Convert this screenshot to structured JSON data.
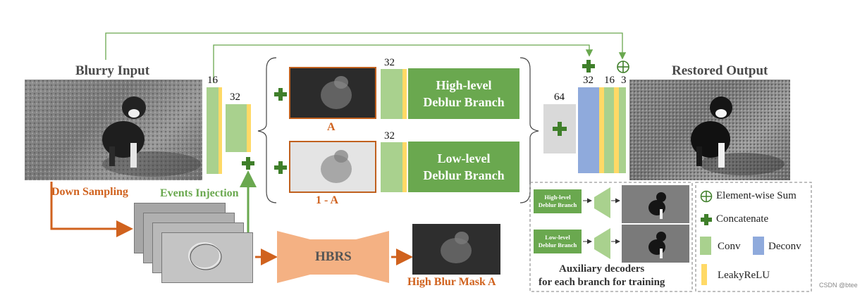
{
  "input": {
    "title": "Blurry Input"
  },
  "output": {
    "title": "Restored Output"
  },
  "encoder": {
    "ch1": "16",
    "ch2": "32"
  },
  "labels": {
    "down_sampling": "Down Sampling",
    "events_injection": "Events Injection",
    "mask_a": "A",
    "mask_one_minus_a": "1 - A",
    "hbrs": "HBRS",
    "high_blur_mask": "High Blur Mask A"
  },
  "branches": {
    "high": {
      "ch": "32",
      "line1": "High-level",
      "line2": "Deblur Branch"
    },
    "low": {
      "ch": "32",
      "line1": "Low-level",
      "line2": "Deblur Branch"
    }
  },
  "fusion": {
    "ch": "64"
  },
  "decoder": {
    "ch1": "32",
    "ch2": "16",
    "ch3": "3"
  },
  "aux": {
    "high_line1": "High-level",
    "high_line2": "Deblur Branch",
    "low_line1": "Low-level",
    "low_line2": "Deblur Branch",
    "caption1": "Auxiliary decoders",
    "caption2": "for each branch for training"
  },
  "legend": {
    "sum": "Element-wise Sum",
    "concat": "Concatenate",
    "conv": "Conv",
    "deconv": "Deconv",
    "relu": "LeakyReLU"
  },
  "watermark": "CSDN @btee",
  "colors": {
    "conv": "#a9d18e",
    "deconv": "#8faadc",
    "relu": "#ffd966",
    "branch": "#6aa84f",
    "orange": "#d0621e",
    "hbrs": "#f4b183"
  }
}
